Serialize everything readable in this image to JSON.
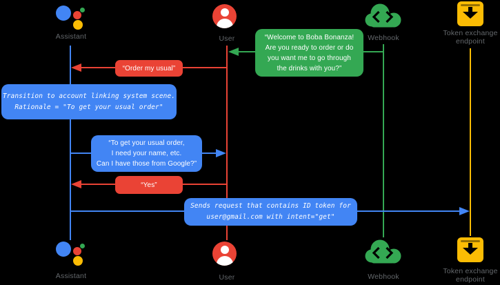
{
  "diagram": {
    "background": "#000000",
    "colors": {
      "assistant_blue": "#4285F4",
      "user_red": "#EA4335",
      "webhook_green": "#34A853",
      "token_yellow": "#FBBC04",
      "label_gray": "#64686c",
      "bubble_text": "#FFFFFF"
    },
    "actors": {
      "assistant": {
        "label": "Assistant",
        "icon": "google-assistant-icon"
      },
      "user": {
        "label": "User",
        "icon": "user-icon"
      },
      "webhook": {
        "label": "Webhook",
        "icon": "webhook-cloud-icon"
      },
      "token": {
        "label_lines": [
          "Token exchange",
          "endpoint"
        ],
        "icon": "token-exchange-icon"
      }
    },
    "messages": {
      "welcome": {
        "from": "Webhook",
        "to": "User",
        "style": "speech-green",
        "lines": [
          "“Welcome to Boba Bonanza!",
          "Are you ready to order or do",
          "you want me to go through",
          "the drinks with you?”"
        ]
      },
      "order_my_usual": {
        "from": "User",
        "to": "Assistant",
        "style": "speech-red",
        "lines": [
          "“Order my usual”"
        ]
      },
      "transition_note": {
        "style": "note-blue",
        "lines": [
          "Transition to account linking system scene.",
          "Rationale = \"To get your usual order\""
        ]
      },
      "need_details": {
        "from": "Assistant",
        "to": "User",
        "style": "speech-blue",
        "lines": [
          "“To get your usual order,",
          "I need your name, etc.",
          "Can I have those from Google?”"
        ]
      },
      "yes": {
        "from": "User",
        "to": "Assistant",
        "style": "speech-red",
        "lines": [
          "“Yes”"
        ]
      },
      "send_request": {
        "from": "Assistant",
        "to": "Token exchange endpoint",
        "style": "note-blue",
        "lines": [
          "Sends request that contains ID token for",
          "user@gmail.com with intent=\"get\""
        ]
      }
    }
  }
}
